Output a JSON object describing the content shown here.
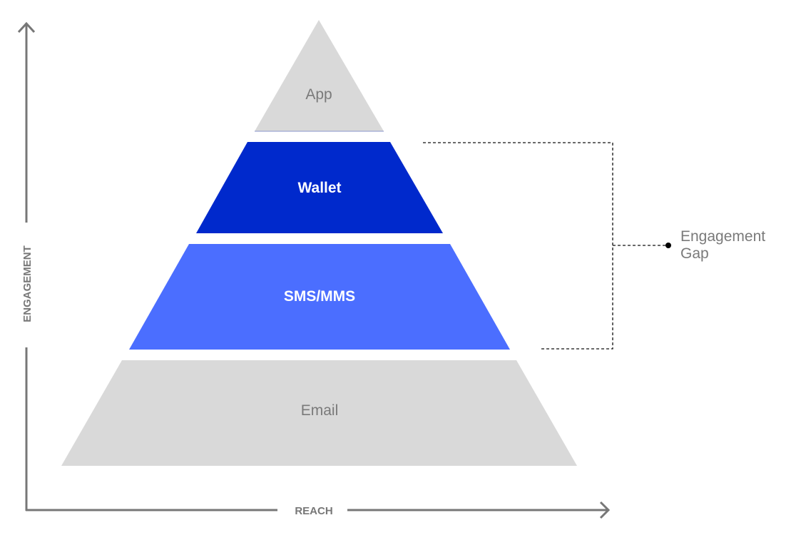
{
  "diagram": {
    "layers": [
      {
        "label": "App",
        "fill": "#D9D9D9",
        "text_color": "#7a7a7a"
      },
      {
        "label": "Wallet",
        "fill": "#0029CC",
        "text_color": "#ffffff"
      },
      {
        "label": "SMS/MMS",
        "fill": "#4B6EFF",
        "text_color": "#ffffff"
      },
      {
        "label": "Email",
        "fill": "#D9D9D9",
        "text_color": "#7a7a7a"
      }
    ],
    "y_axis_label": "ENGAGEMENT",
    "x_axis_label": "REACH",
    "annotation": {
      "line1": "Engagement",
      "line2": "Gap"
    },
    "axis_color": "#777777"
  }
}
